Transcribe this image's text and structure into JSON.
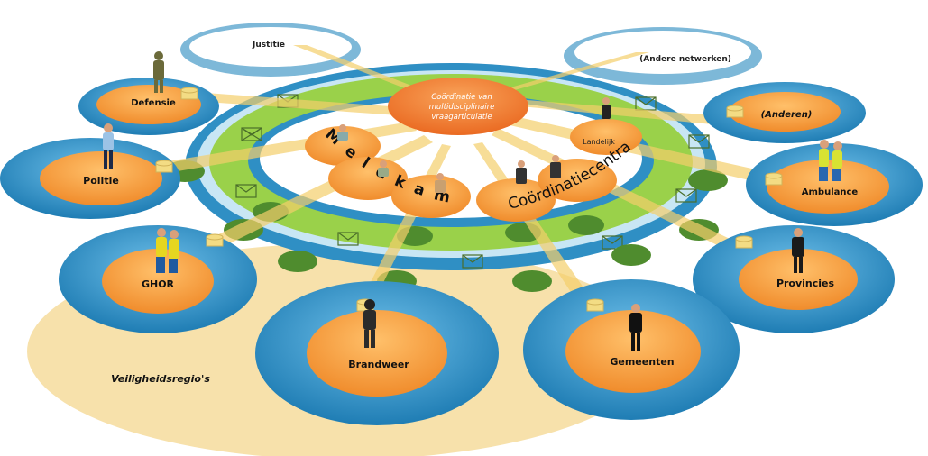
{
  "diagram": {
    "nodes": {
      "justitie": "Justitie",
      "andere_netwerken": "(Andere netwerken)",
      "defensie": "Defensie",
      "anderen": "(Anderen)",
      "politie": "Politie",
      "ambulance": "Ambulance",
      "ghor": "GHOR",
      "provincies": "Provincies",
      "brandweer": "Brandweer",
      "gemeenten": "Gemeenten"
    },
    "center": {
      "line1": "Coördinatie van",
      "line2": "multidisciplinaire",
      "line3": "vraagarticulatie"
    },
    "meldkamer": "Meldkamer",
    "coordinatiecentra": "Coördinatiecentra",
    "landelijk": "Landelijk",
    "region": "Veiligheidsregio's"
  },
  "colors": {
    "blue_ring": "#2f8fc4",
    "orange": "#f39a3d",
    "green_ring": "#9ad14a",
    "dark_green": "#4f8c2e",
    "region_fill": "#f7dc9a",
    "center": "#f07b2f"
  }
}
